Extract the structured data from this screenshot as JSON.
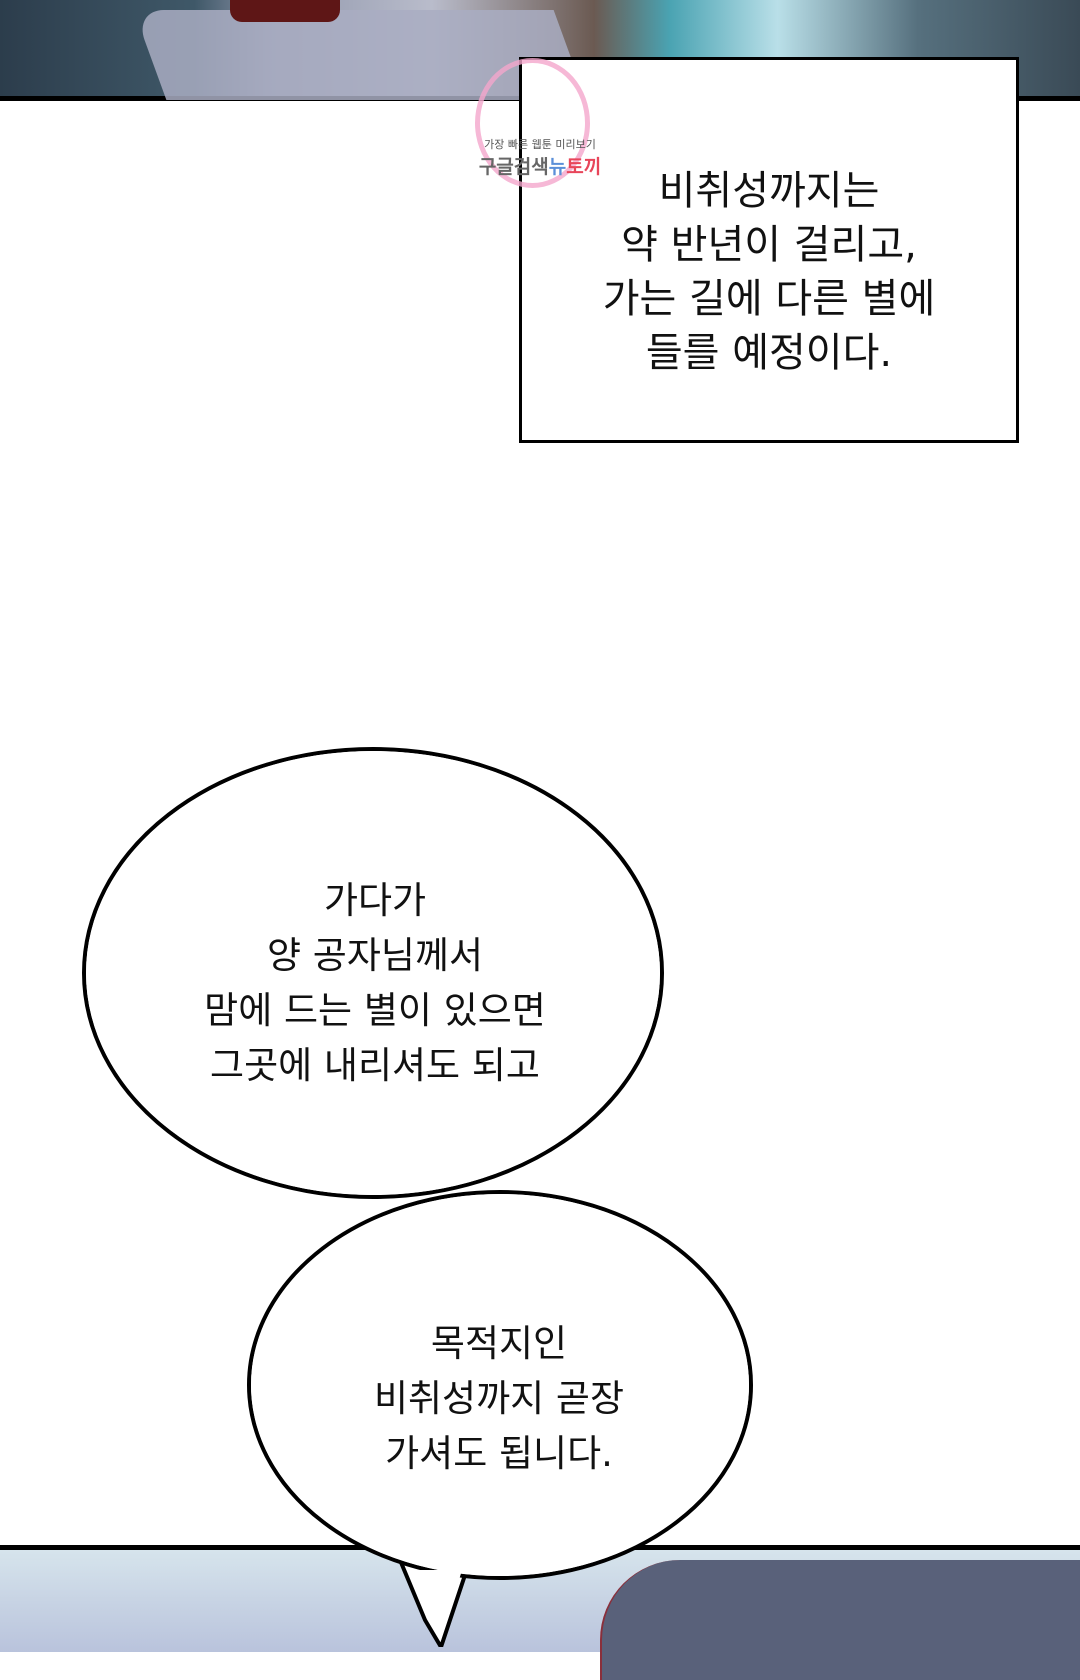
{
  "caption": {
    "lines": [
      "비취성까지는",
      "약 반년이 걸리고,",
      "가는 길에 다른 별에",
      "들를 예정이다."
    ]
  },
  "bubble_1": {
    "lines": [
      "가다가",
      "양 공자님께서",
      "맘에 드는 별이 있으면",
      "그곳에 내리셔도 되고"
    ]
  },
  "bubble_2": {
    "lines": [
      "목적지인",
      "비취성까지 곧장",
      "가셔도 됩니다."
    ]
  },
  "watermark": {
    "small": "가장 빠른 웹툰 미리보기",
    "gray": "구글검색",
    "blue": "뉴",
    "red": "토끼"
  }
}
